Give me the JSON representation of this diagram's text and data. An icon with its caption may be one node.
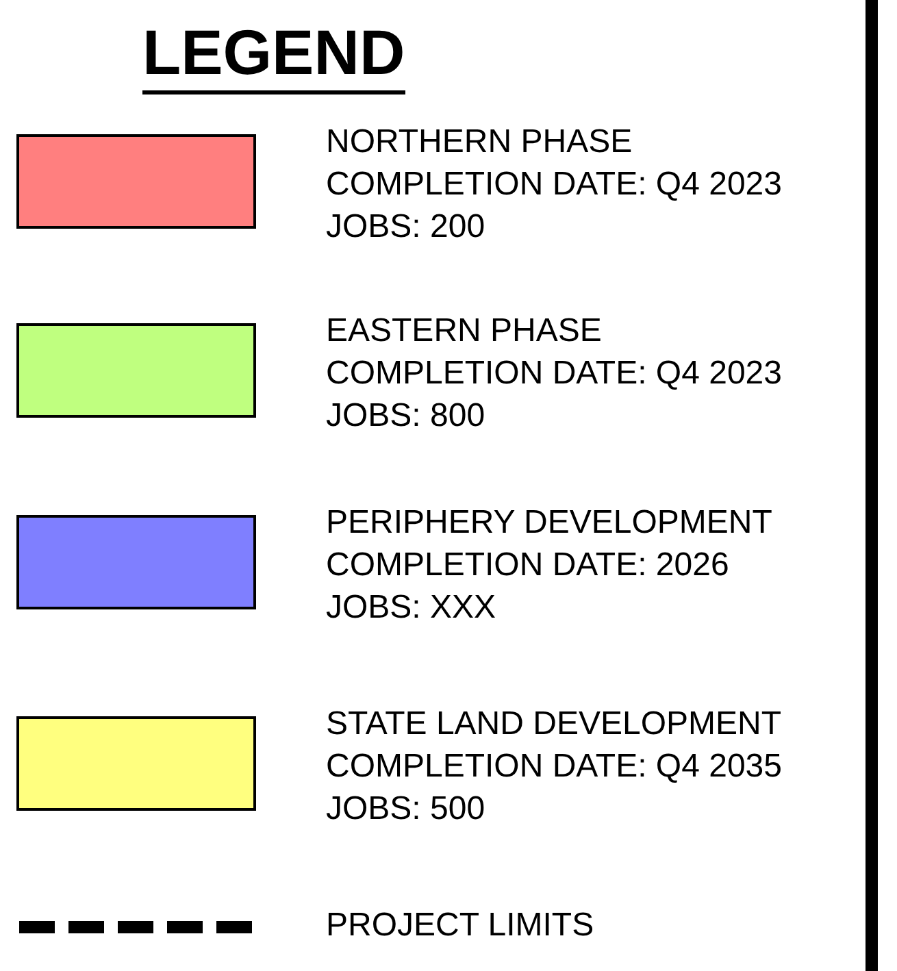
{
  "diagram": {
    "title": "LEGEND",
    "legend": [
      {
        "text": "NORTHERN PHASE COMPLETION DATE: Q4 2023 JOBS: 200",
        "color": "#ff7f7f"
      },
      {
        "text": "EASTERN PHASE COMPLETION DATE: Q4 2023 JOBS: 800",
        "color": "#bfff7f"
      },
      {
        "text": "PERIPHERY DEVELOPMENT COMPLETION DATE: 2026 JOBS: XXX",
        "color": "#7f7fff"
      },
      {
        "text": "STATE LAND DEVELOPMENT COMPLETION DATE: Q4 2035 JOBS: 500",
        "color": "#ffff7f"
      },
      {
        "text": "PROJECT LIMITS"
      }
    ]
  }
}
